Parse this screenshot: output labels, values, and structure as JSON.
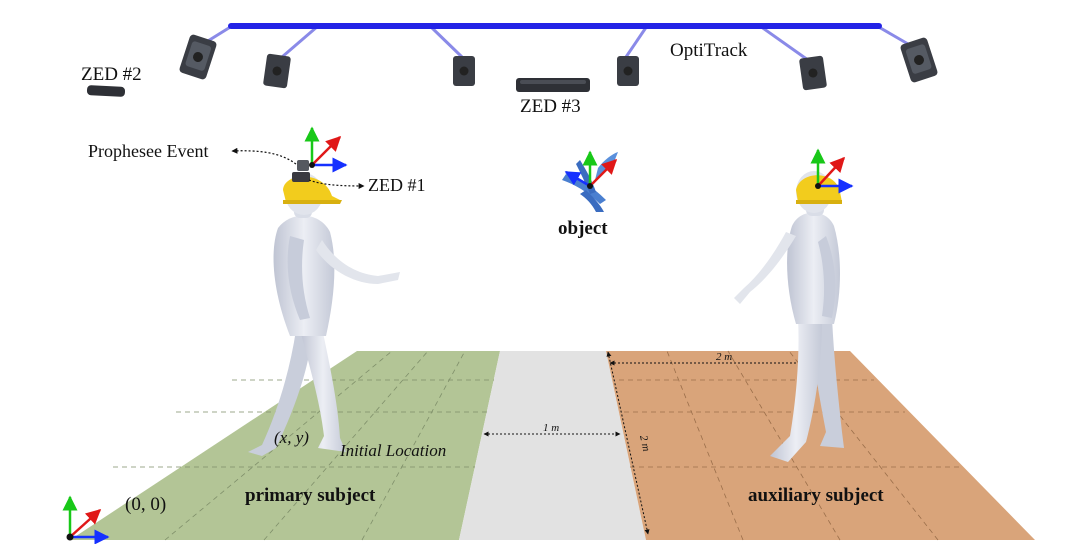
{
  "labels": {
    "optitrack": "OptiTrack",
    "zed2": "ZED #2",
    "zed3": "ZED #3",
    "zed1": "ZED #1",
    "prophesee": "Prophesee Event",
    "object": "object",
    "primary_subject": "primary subject",
    "auxiliary_subject": "auxiliary subject",
    "initial_location": "Initial Location",
    "xy": "(x, y)",
    "origin": "(0,   0)",
    "dim_1m": "1 m",
    "dim_2m_top": "2 m",
    "dim_2m_side": "2 m"
  },
  "colors": {
    "rail": "#2323e6",
    "camera_arm": "#8a8ae8",
    "green_floor": "#b3c596",
    "walkway": "#e2e2e2",
    "orange_floor": "#d9a47a",
    "helmet": "#f2cc1d",
    "body": "#d7dbe6",
    "axis_x": "#1530ff",
    "axis_y": "#18c818",
    "axis_z": "#e01818",
    "object": "#4a7fd0"
  }
}
